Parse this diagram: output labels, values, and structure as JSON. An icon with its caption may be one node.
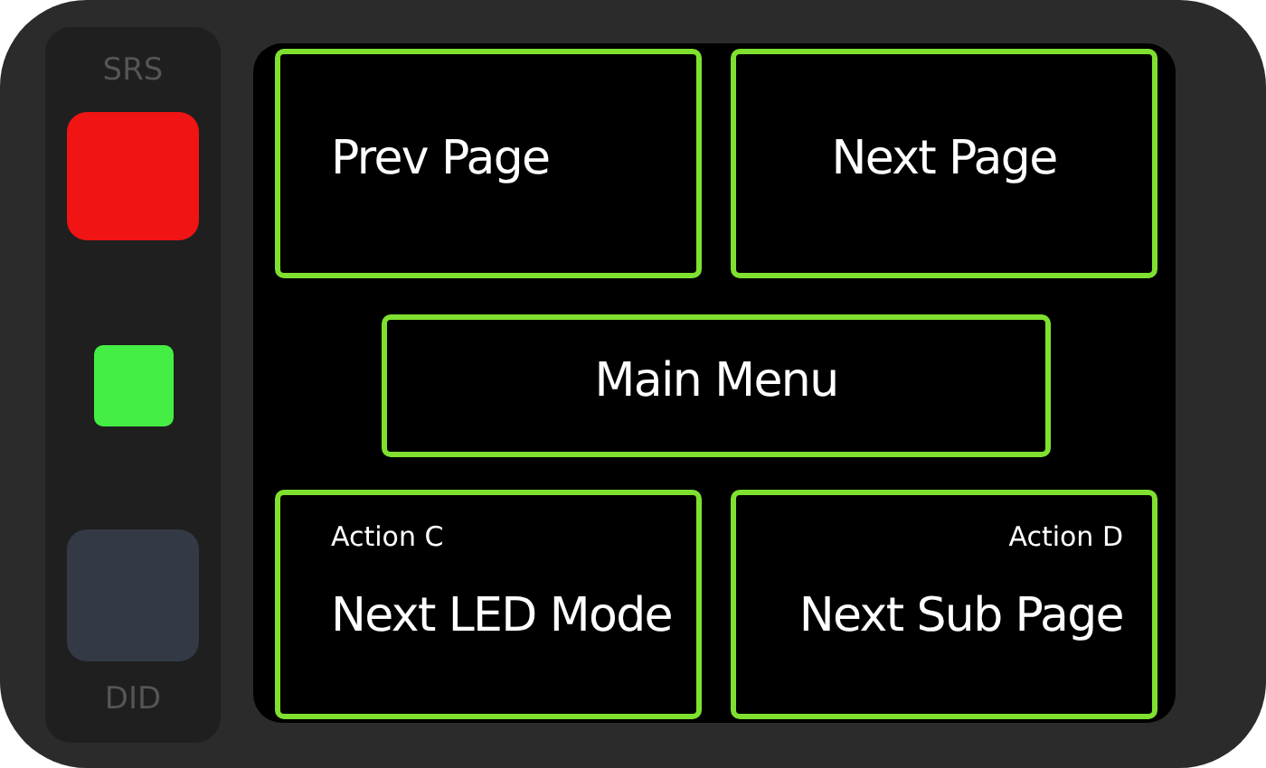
{
  "diagram": {
    "nodes": [
      {
        "text": [],
        "shape": "box"
      },
      {
        "text": [],
        "shape": "box"
      },
      {
        "text": [],
        "shape": "box"
      },
      {
        "text": [
          "Prev Page"
        ]
      },
      {
        "text": [
          "Next Page"
        ]
      },
      {
        "text": [
          "Main Menu"
        ]
      },
      {
        "text": [
          "Action C",
          "Next LED Mode"
        ]
      },
      {
        "text": [
          "Action D",
          "Next Sub Page"
        ]
      }
    ],
    "labels": [
      "SRS",
      "DID"
    ]
  }
}
